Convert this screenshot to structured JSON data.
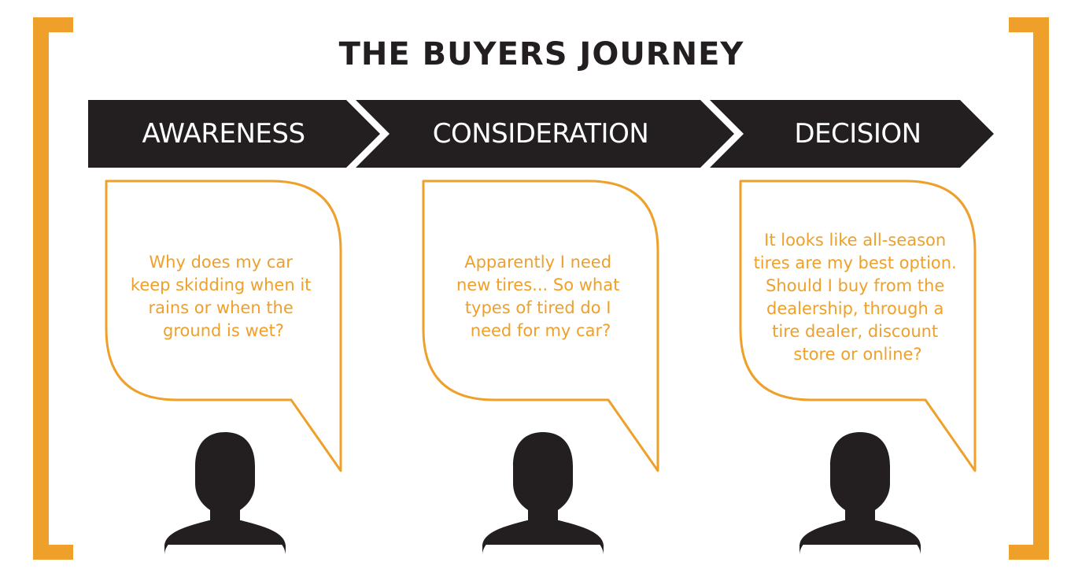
{
  "title": "THE BUYERS JOURNEY",
  "colors": {
    "accent": "#EEA02A",
    "dark": "#231F20",
    "background": "#FFFFFF",
    "stage_text": "#FFFFFF",
    "bubble_text": "#EEA02A"
  },
  "stages": [
    {
      "label": "AWARENESS",
      "icon": "person-silhouette-icon",
      "question_lines": [
        "Why does my car",
        "keep skidding when it",
        "rains or when the",
        "ground is wet?"
      ]
    },
    {
      "label": "CONSIDERATION",
      "icon": "person-silhouette-icon",
      "question_lines": [
        "Apparently I need",
        "new tires... So what",
        "types of tired do I",
        "need for my car?"
      ]
    },
    {
      "label": "DECISION",
      "icon": "person-silhouette-icon",
      "question_lines": [
        "It looks like all-season",
        "tires are my best option.",
        "Should I buy from the",
        "dealership, through a",
        "tire dealer, discount",
        "store or online?"
      ]
    }
  ]
}
